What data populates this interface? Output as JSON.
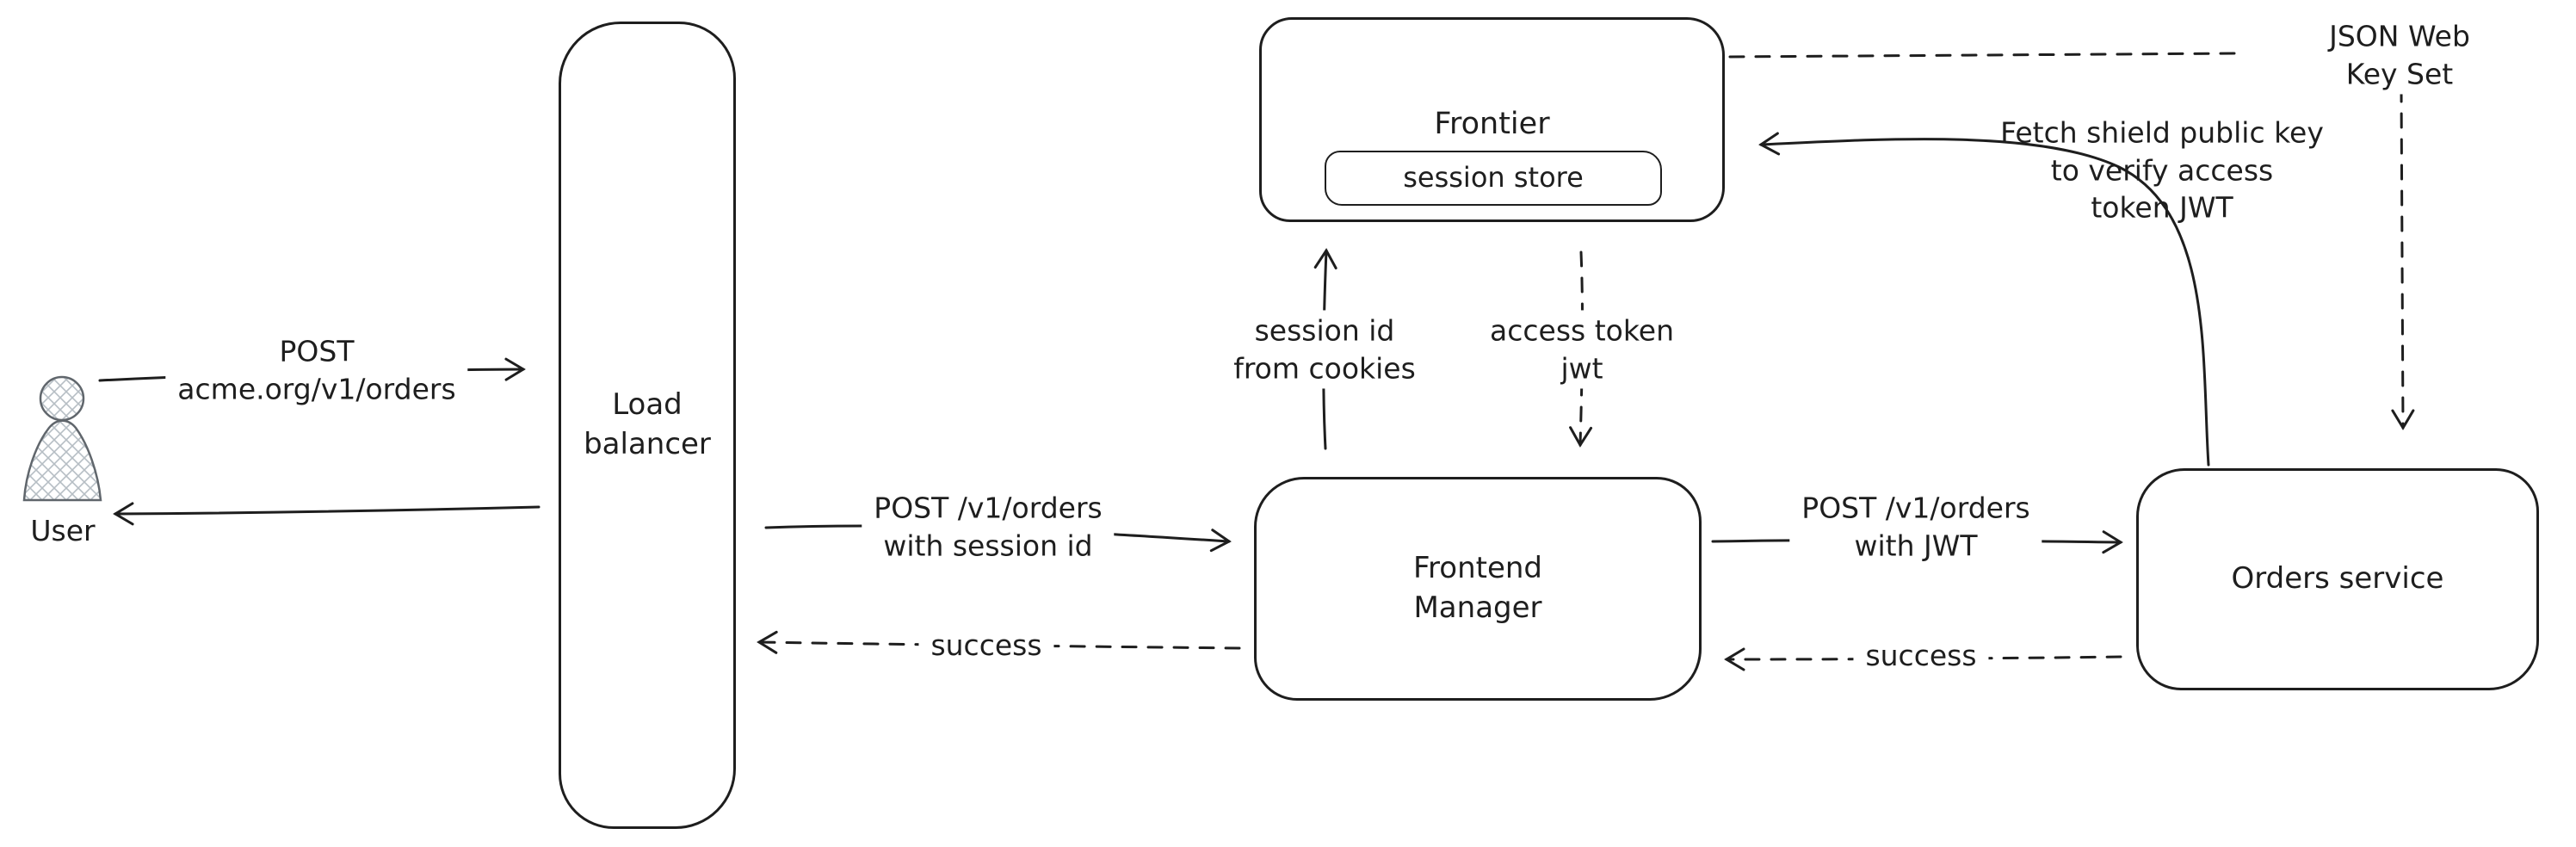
{
  "nodes": {
    "user": {
      "label": "User"
    },
    "load_balancer": {
      "label": "Load\nbalancer"
    },
    "frontier": {
      "label": "Frontier"
    },
    "session_store": {
      "label": "session store"
    },
    "frontend_manager": {
      "label": "Frontend\nManager"
    },
    "orders_service": {
      "label": "Orders service"
    }
  },
  "edges": {
    "user_to_lb": {
      "label": "POST\nacme.org/v1/orders"
    },
    "lb_to_fm": {
      "label": "POST /v1/orders\nwith session id"
    },
    "fm_to_lb": {
      "label": "success"
    },
    "fm_to_frontier": {
      "label": "session id\nfrom cookies"
    },
    "frontier_to_fm": {
      "label": "access token\njwt"
    },
    "orders_to_frontier": {
      "label": "Fetch shield public key\nto verify access\ntoken JWT"
    },
    "jwks": {
      "label": "JSON Web Key Set"
    },
    "fm_to_orders": {
      "label": "POST /v1/orders\nwith JWT"
    },
    "orders_to_fm": {
      "label": "success"
    }
  },
  "colors": {
    "stroke": "#1e1e1e",
    "background": "#ffffff",
    "hatch": "#b6bec4"
  }
}
